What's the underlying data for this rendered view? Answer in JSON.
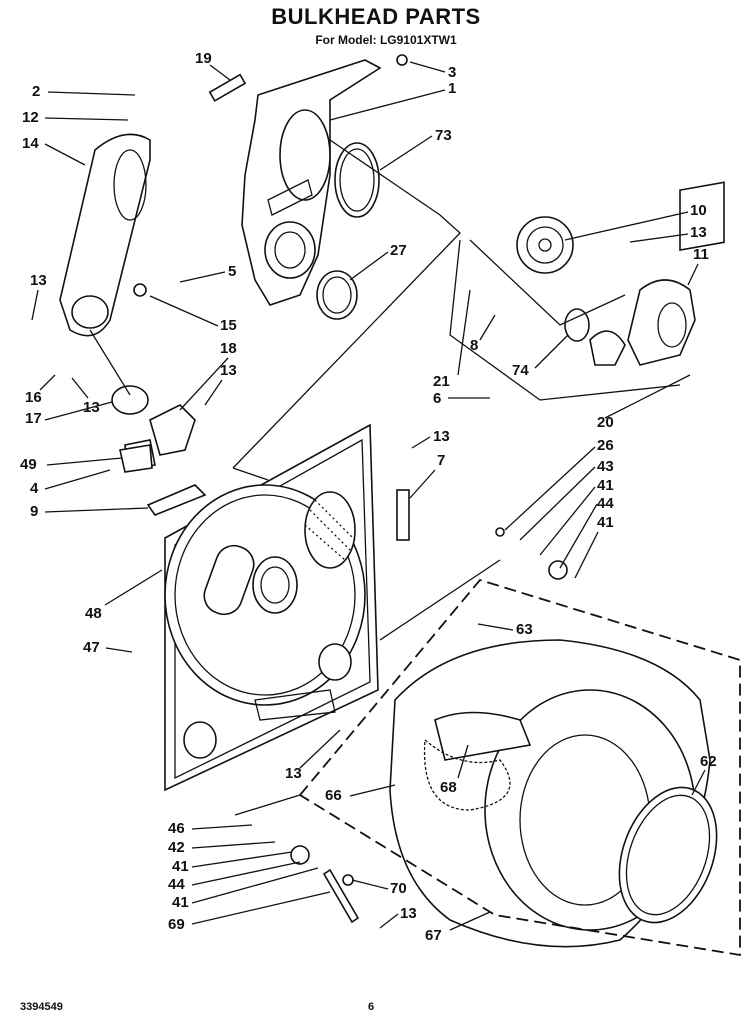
{
  "header": {
    "title": "BULKHEAD PARTS",
    "subtitle": "For Model: LG9101XTW1"
  },
  "footer": {
    "doc_number": "3394549",
    "page_number": "6"
  },
  "callouts": {
    "c2": "2",
    "c12": "12",
    "c14": "14",
    "c13a": "13",
    "c19": "19",
    "c3": "3",
    "c1": "1",
    "c73": "73",
    "c5": "5",
    "c15": "15",
    "c18": "18",
    "c13b": "13",
    "c16": "16",
    "c13c": "13",
    "c17": "17",
    "c27": "27",
    "c10": "10",
    "c13d": "13",
    "c11": "11",
    "c8": "8",
    "c74": "74",
    "c21": "21",
    "c6": "6",
    "c20": "20",
    "c26": "26",
    "c43": "43",
    "c41a": "41",
    "c44a": "44",
    "c41b": "41",
    "c13e": "13",
    "c7": "7",
    "c49": "49",
    "c4": "4",
    "c9": "9",
    "c48": "48",
    "c47": "47",
    "c63": "63",
    "c62": "62",
    "c68": "68",
    "c66": "66",
    "c13f": "13",
    "c46": "46",
    "c42": "42",
    "c41c": "41",
    "c44b": "44",
    "c41d": "41",
    "c69": "69",
    "c70": "70",
    "c13g": "13",
    "c67": "67"
  }
}
